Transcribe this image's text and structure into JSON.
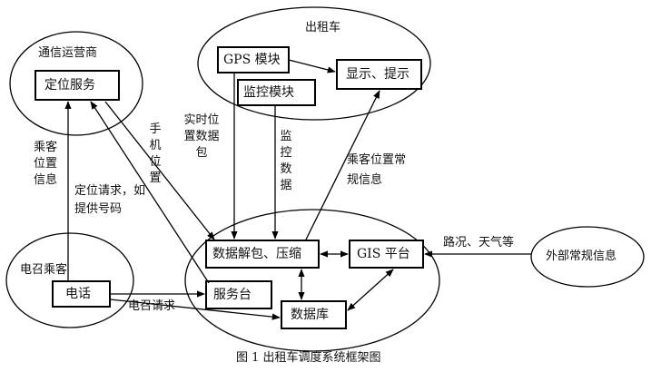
{
  "groups": {
    "telecom": "通信运营商",
    "taxi": "出租车",
    "passenger": "电召乘客",
    "external": "外部常规信息"
  },
  "nodes": {
    "location_service": "定位服务",
    "gps_module": "GPS 模块",
    "display": "显示、提示",
    "monitor_module": "监控模块",
    "unpack": "数据解包、压缩",
    "gis": "GIS 平台",
    "service_desk": "服务台",
    "database": "数据库",
    "phone": "电话"
  },
  "edges": {
    "passenger_location_info": "乘客位置信息",
    "location_request": "定位请求，如提供号码",
    "mobile_location": "手机位置",
    "realtime_packet": "实时位置数据包",
    "monitor_data": "监控数据",
    "passenger_pos_info": "乘客位置常规信息",
    "road_weather": "路况、天气等",
    "call_request": "电召请求"
  },
  "caption": "图 1 出租车调度系统框架图"
}
